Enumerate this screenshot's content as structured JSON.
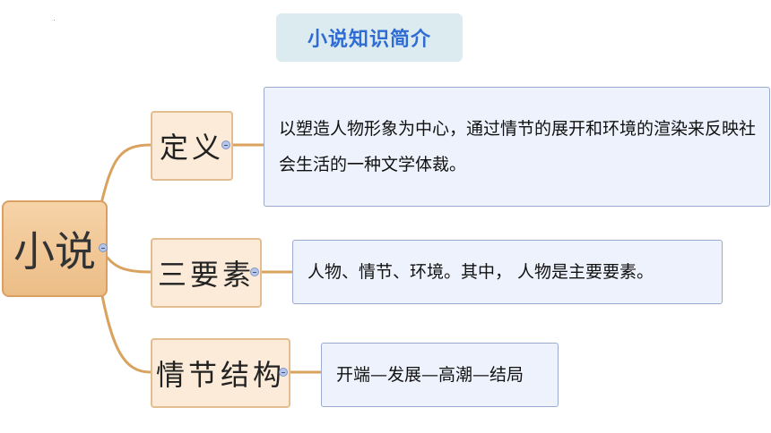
{
  "title": "小说知识简介",
  "root": {
    "label": "小说"
  },
  "branches": [
    {
      "label": "定义",
      "detail": "以塑造人物形象为中心，通过情节的展开和环境的渲染来反映社会生活的一种文学体裁。"
    },
    {
      "label": "三要素",
      "detail": "人物、情节、环境。其中，  人物是主要要素。"
    },
    {
      "label": "情节结构",
      "detail": "开端—发展—高潮—结局"
    }
  ],
  "colors": {
    "title_text": "#2f6bd4",
    "title_bg": "#dcebf0",
    "root_fill": "#ecbd86",
    "branch_fill": "#fbebd8",
    "leaf_fill": "#eef2fc",
    "connector": "#d9a25e"
  }
}
